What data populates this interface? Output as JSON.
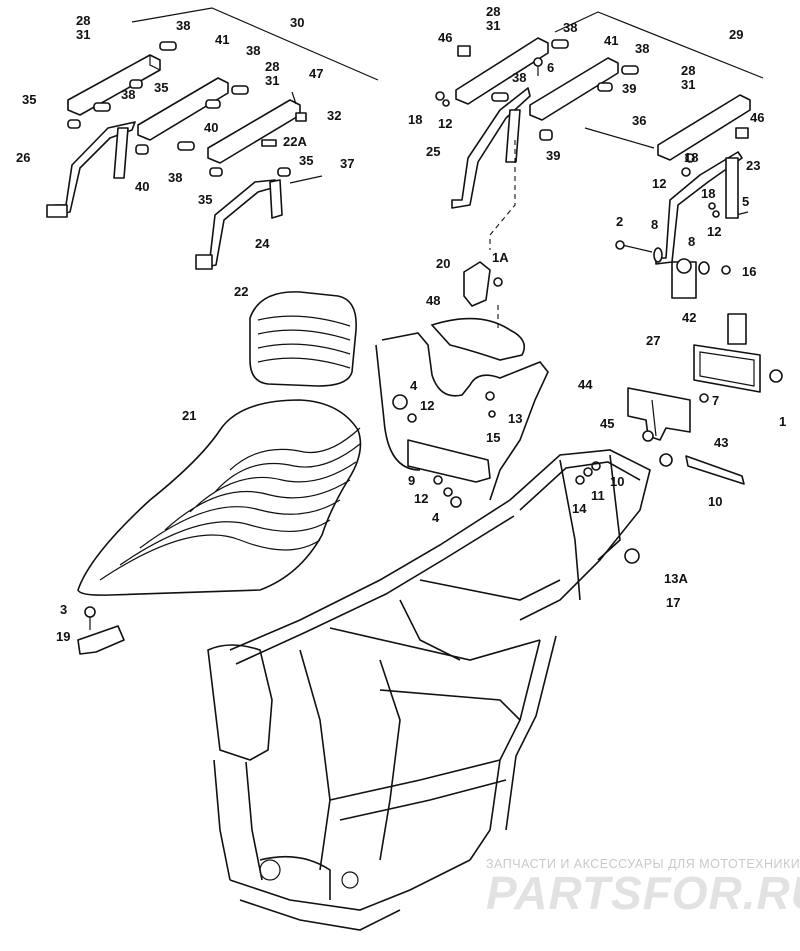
{
  "watermark": {
    "tagline": "ЗАПЧАСТИ И АКСЕССУАРЫ ДЛЯ МОТОТЕХНИКИ",
    "logo": "PARTSFOR.RU"
  },
  "callouts": {
    "c1": "1",
    "c1a": "1A",
    "c2": "2",
    "c3": "3",
    "c4a": "4",
    "c4b": "4",
    "c5": "5",
    "c6": "6",
    "c7": "7",
    "c8a": "8",
    "c8b": "8",
    "c9": "9",
    "c10a": "10",
    "c10b": "10",
    "c11": "11",
    "c12a": "12",
    "c12b": "12",
    "c12c": "12",
    "c12d": "12",
    "c12e": "12",
    "c13": "13",
    "c13a": "13A",
    "c14": "14",
    "c15": "15",
    "c16": "16",
    "c17": "17",
    "c18a": "18",
    "c18b": "18",
    "c18c": "18",
    "c19": "19",
    "c20": "20",
    "c21": "21",
    "c22": "22",
    "c22a": "22A",
    "c23": "23",
    "c24": "24",
    "c25": "25",
    "c26": "26",
    "c27": "27",
    "c28a": "28",
    "c28b": "28",
    "c28c": "28",
    "c28d": "28",
    "c29": "29",
    "c30": "30",
    "c31a": "31",
    "c31b": "31",
    "c31c": "31",
    "c31d": "31",
    "c32": "32",
    "c35a": "35",
    "c35b": "35",
    "c35c": "35",
    "c35d": "35",
    "c36": "36",
    "c37": "37",
    "c38a": "38",
    "c38b": "38",
    "c38c": "38",
    "c38d": "38",
    "c38e": "38",
    "c38f": "38",
    "c38g": "38",
    "c39a": "39",
    "c39b": "39",
    "c40a": "40",
    "c40b": "40",
    "c41a": "41",
    "c41b": "41",
    "c42": "42",
    "c43": "43",
    "c44": "44",
    "c45": "45",
    "c46a": "46",
    "c46b": "46",
    "c47": "47",
    "c48": "48"
  }
}
